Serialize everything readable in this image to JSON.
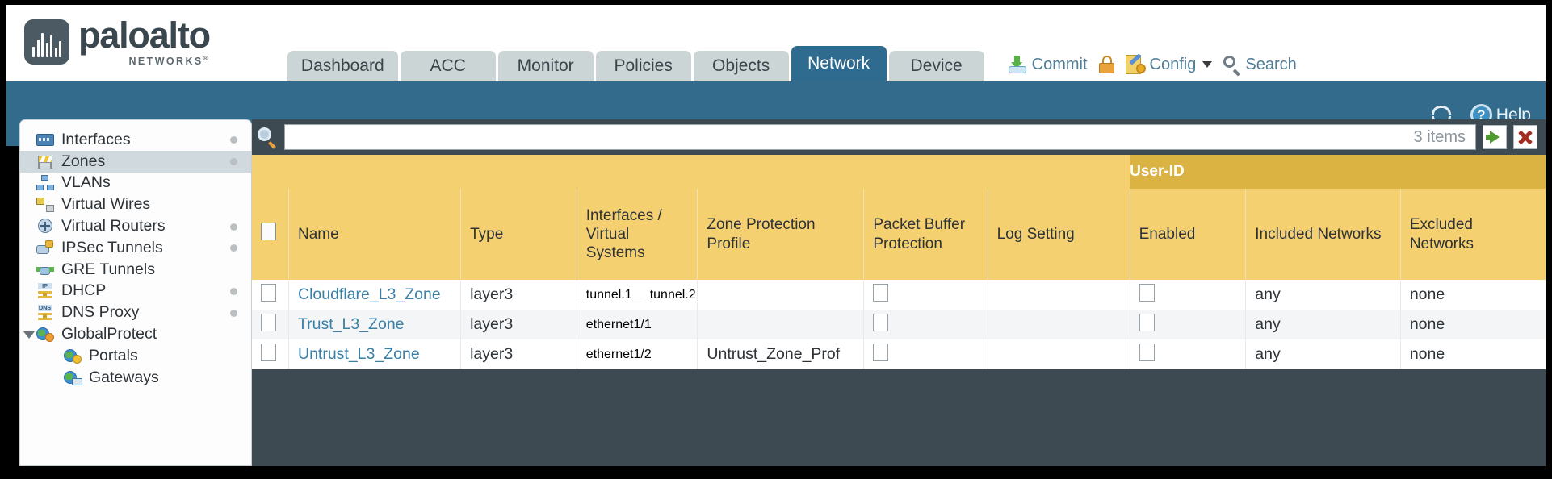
{
  "brand": {
    "name": "paloalto",
    "tagline": "NETWORKS",
    "registered": "®"
  },
  "nav": {
    "tabs": [
      {
        "label": "Dashboard",
        "active": false
      },
      {
        "label": "ACC",
        "active": false
      },
      {
        "label": "Monitor",
        "active": false
      },
      {
        "label": "Policies",
        "active": false
      },
      {
        "label": "Objects",
        "active": false
      },
      {
        "label": "Network",
        "active": true
      },
      {
        "label": "Device",
        "active": false
      }
    ]
  },
  "toolbar": {
    "commit_label": "Commit",
    "commit_icon": "commit-icon",
    "lock_icon": "lock-icon",
    "config_label": "Config",
    "config_icon": "config-icon",
    "search_label": "Search",
    "search_icon": "search-icon"
  },
  "band": {
    "refresh_icon": "refresh-icon",
    "help_label": "Help",
    "help_icon": "help-icon",
    "help_glyph": "?"
  },
  "sidebar": {
    "items": [
      {
        "label": "Interfaces",
        "icon": "interfaces-icon",
        "selected": false,
        "dot": true,
        "child": false,
        "expand": false
      },
      {
        "label": "Zones",
        "icon": "zones-icon",
        "selected": true,
        "dot": true,
        "child": false,
        "expand": false
      },
      {
        "label": "VLANs",
        "icon": "vlans-icon",
        "selected": false,
        "dot": false,
        "child": false,
        "expand": false
      },
      {
        "label": "Virtual Wires",
        "icon": "virtual-wires-icon",
        "selected": false,
        "dot": false,
        "child": false,
        "expand": false
      },
      {
        "label": "Virtual Routers",
        "icon": "virtual-routers-icon",
        "selected": false,
        "dot": true,
        "child": false,
        "expand": false
      },
      {
        "label": "IPSec Tunnels",
        "icon": "ipsec-tunnels-icon",
        "selected": false,
        "dot": true,
        "child": false,
        "expand": false
      },
      {
        "label": "GRE Tunnels",
        "icon": "gre-tunnels-icon",
        "selected": false,
        "dot": false,
        "child": false,
        "expand": false
      },
      {
        "label": "DHCP",
        "icon": "dhcp-icon",
        "selected": false,
        "dot": true,
        "child": false,
        "expand": false
      },
      {
        "label": "DNS Proxy",
        "icon": "dns-proxy-icon",
        "selected": false,
        "dot": true,
        "child": false,
        "expand": false
      },
      {
        "label": "GlobalProtect",
        "icon": "globalprotect-icon",
        "selected": false,
        "dot": false,
        "child": false,
        "expand": true
      },
      {
        "label": "Portals",
        "icon": "portals-icon",
        "selected": false,
        "dot": false,
        "child": true,
        "expand": false
      },
      {
        "label": "Gateways",
        "icon": "gateways-icon",
        "selected": false,
        "dot": false,
        "child": true,
        "expand": false
      }
    ]
  },
  "search": {
    "value": "",
    "placeholder": "",
    "item_count": "3 items",
    "magnifier_icon": "magnifier-icon",
    "go_icon": "arrow-right-icon",
    "clear_icon": "close-x-icon"
  },
  "table": {
    "group_header": {
      "label": "User-ID",
      "span": 3
    },
    "columns": [
      "Name",
      "Type",
      "Interfaces / Virtual Systems",
      "Zone Protection Profile",
      "Packet Buffer Protection",
      "Log Setting",
      "Enabled",
      "Included Networks",
      "Excluded Networks"
    ],
    "rows": [
      {
        "selected": false,
        "name": "Cloudflare_L3_Zone",
        "type": "layer3",
        "interfaces": [
          "tunnel.1",
          "tunnel.2"
        ],
        "zone_protection_profile": "",
        "packet_buffer_protection": false,
        "log_setting": "",
        "userid_enabled": false,
        "included_networks": "any",
        "excluded_networks": "none"
      },
      {
        "selected": false,
        "name": "Trust_L3_Zone",
        "type": "layer3",
        "interfaces": [
          "ethernet1/1"
        ],
        "zone_protection_profile": "",
        "packet_buffer_protection": false,
        "log_setting": "",
        "userid_enabled": false,
        "included_networks": "any",
        "excluded_networks": "none"
      },
      {
        "selected": false,
        "name": "Untrust_L3_Zone",
        "type": "layer3",
        "interfaces": [
          "ethernet1/2"
        ],
        "zone_protection_profile": "Untrust_Zone_Prof",
        "packet_buffer_protection": false,
        "log_setting": "",
        "userid_enabled": false,
        "included_networks": "any",
        "excluded_networks": "none"
      }
    ]
  },
  "colors": {
    "brand_dark": "#3b474e",
    "tab_active": "#2f6b8f",
    "tab_inactive": "#ccd5d6",
    "band_blue": "#336b8c",
    "header_amber": "#f5d071",
    "group_amber": "#dbb343",
    "link_blue": "#3a7fa6",
    "sidebar_selected": "#cfd9de"
  }
}
